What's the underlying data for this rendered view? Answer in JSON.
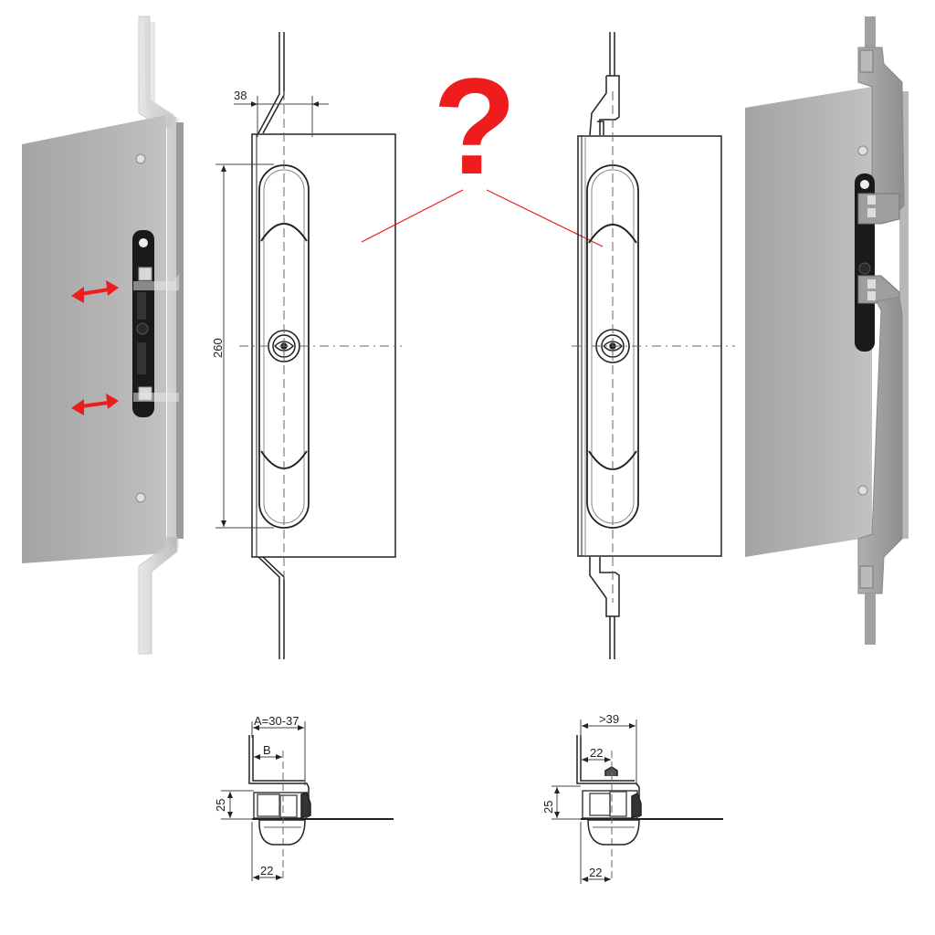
{
  "diagram": {
    "title": "Swinghandle lock rod variants comparison",
    "question_mark": "?",
    "colors": {
      "accent_red": "#ee1c1c",
      "panel_gray": "#a9a9a9",
      "line_black": "#222222",
      "rod_light": "#d0d0d0",
      "rod_dark": "#9a9a9a",
      "lock_black": "#1a1a1a"
    },
    "left_render": {
      "label": "3D view - flat rod variant with sliding motion",
      "arrows": [
        "double-arrow-upper",
        "double-arrow-lower"
      ]
    },
    "left_drawing": {
      "dim_offset": "38",
      "dim_height": "260"
    },
    "right_drawing": {
      "label": "Drawing - bracket rod variant"
    },
    "right_render": {
      "label": "3D view - bracket rod variant"
    },
    "left_section": {
      "dim_A": "A=30-37",
      "dim_B": "B",
      "dim_height": "25",
      "dim_bottom": "22"
    },
    "right_section": {
      "dim_top": ">39",
      "dim_inner": "22",
      "dim_height": "25",
      "dim_bottom": "22"
    }
  }
}
